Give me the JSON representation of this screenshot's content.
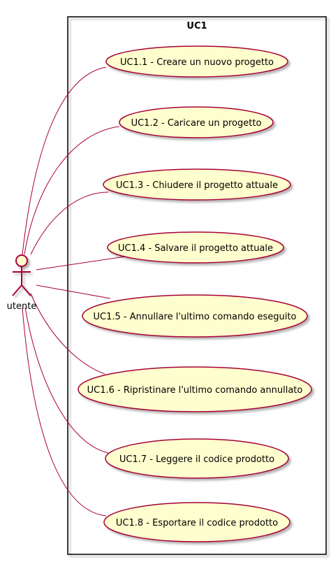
{
  "diagram": {
    "package_title": "UC1",
    "actor": {
      "label": "utente"
    },
    "use_cases": [
      {
        "id": "uc1-1",
        "label": "UC1.1 - Creare un nuovo progetto"
      },
      {
        "id": "uc1-2",
        "label": "UC1.2 - Caricare un progetto"
      },
      {
        "id": "uc1-3",
        "label": "UC1.3 - Chiudere il progetto attuale"
      },
      {
        "id": "uc1-4",
        "label": "UC1.4 - Salvare il progetto attuale"
      },
      {
        "id": "uc1-5",
        "label": "UC1.5 - Annullare l'ultimo comando eseguito"
      },
      {
        "id": "uc1-6",
        "label": "UC1.6 - Ripristinare l'ultimo comando annullato"
      },
      {
        "id": "uc1-7",
        "label": "UC1.7 - Leggere il codice prodotto"
      },
      {
        "id": "uc1-8",
        "label": "UC1.8 - Esportare il codice prodotto"
      }
    ],
    "colors": {
      "usecase_fill": "#FEFECE",
      "border": "#A80036",
      "package_border": "#000000",
      "shadow": "#C8C8C8"
    }
  }
}
